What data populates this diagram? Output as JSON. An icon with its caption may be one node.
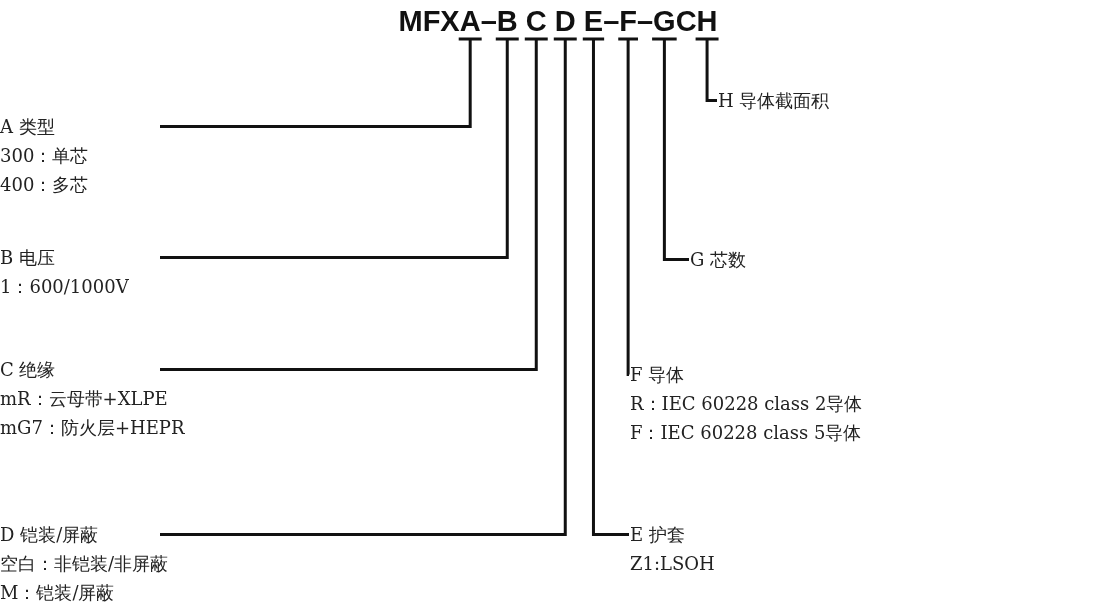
{
  "diagram": {
    "nodes": [
      {
        "text": [
          "MFXA–B C D E–F–GCH"
        ]
      },
      {
        "text": [
          "A 类型",
          "300：单芯",
          "400：多芯"
        ]
      },
      {
        "text": [
          "B 电压",
          "1：600/1000V"
        ]
      },
      {
        "text": [
          "C 绝缘",
          "mR：云母带+XLPE",
          "mG7：防火层+HEPR"
        ]
      },
      {
        "text": [
          "D 铠装/屏蔽",
          "空白：非铠装/非屏蔽",
          "M：铠装/屏蔽"
        ]
      },
      {
        "text": [
          "E 护套",
          "Z1:LSOH"
        ]
      },
      {
        "text": [
          "F 导体",
          "R：IEC 60228 class 2导体",
          "F：IEC 60228 class 5导体"
        ]
      },
      {
        "text": [
          "G 芯数"
        ]
      },
      {
        "text": [
          "H 导体截面积"
        ]
      }
    ],
    "edges": [
      {
        "from": 1,
        "to": 0,
        "arrow": "none"
      },
      {
        "from": 2,
        "to": 0,
        "arrow": "none"
      },
      {
        "from": 3,
        "to": 0,
        "arrow": "none"
      },
      {
        "from": 4,
        "to": 0,
        "arrow": "none"
      },
      {
        "from": 5,
        "to": 0,
        "arrow": "none"
      },
      {
        "from": 6,
        "to": 0,
        "arrow": "none"
      },
      {
        "from": 7,
        "to": 0,
        "arrow": "none"
      },
      {
        "from": 8,
        "to": 0,
        "arrow": "none"
      }
    ]
  }
}
